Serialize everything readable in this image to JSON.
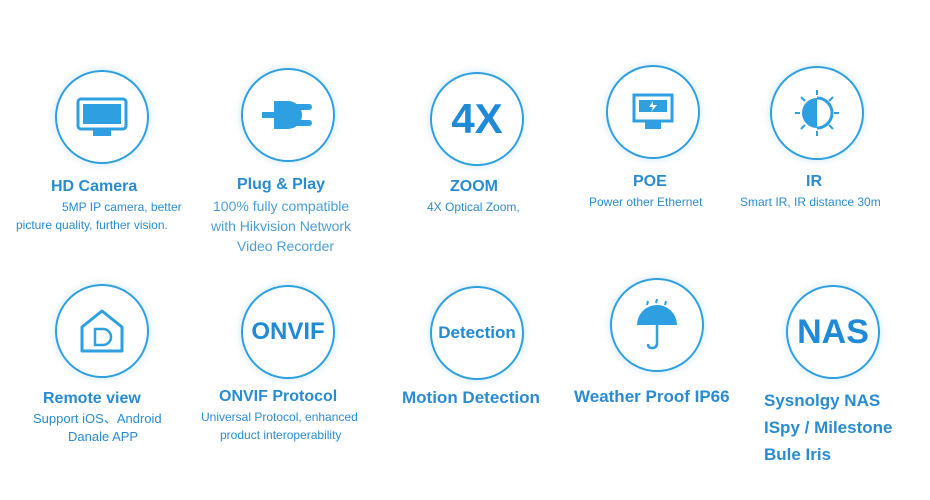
{
  "features": {
    "hd_camera": {
      "icon": "monitor-icon",
      "title": "HD Camera",
      "desc1": "5MP IP camera, better",
      "desc2": "picture quality, further vision."
    },
    "plug_play": {
      "icon": "plug-icon",
      "title": "Plug & Play",
      "desc1": "100% fully compatible",
      "desc2": "with Hikvision Network",
      "desc3": "Video Recorder"
    },
    "zoom": {
      "icon_text": "4X",
      "title": "ZOOM",
      "desc1": "4X Optical Zoom,"
    },
    "poe": {
      "icon": "ethernet-port-icon",
      "title": "POE",
      "desc1": "Power other Ethernet"
    },
    "ir": {
      "icon": "ir-night-vision-icon",
      "title": "IR",
      "desc1": "Smart IR, IR distance 30m"
    },
    "remote": {
      "icon": "home-app-icon",
      "title": "Remote view",
      "desc1": "Support iOS、Android",
      "desc2": "Danale APP"
    },
    "onvif": {
      "icon_text": "ONVIF",
      "title": "ONVIF Protocol",
      "desc1": "Universal Protocol, enhanced",
      "desc2": "product interoperability"
    },
    "motion": {
      "icon_text": "Detection",
      "title": "Motion Detection"
    },
    "weather": {
      "icon": "umbrella-rain-icon",
      "title": "Weather Proof IP66"
    },
    "nas": {
      "icon_text": "NAS",
      "title1": "Sysnolgy NAS",
      "title2": "ISpy / Milestone",
      "title3": "Bule Iris"
    }
  },
  "colors": {
    "accent": "#2e9fe0",
    "text": "#2a8cd0"
  }
}
